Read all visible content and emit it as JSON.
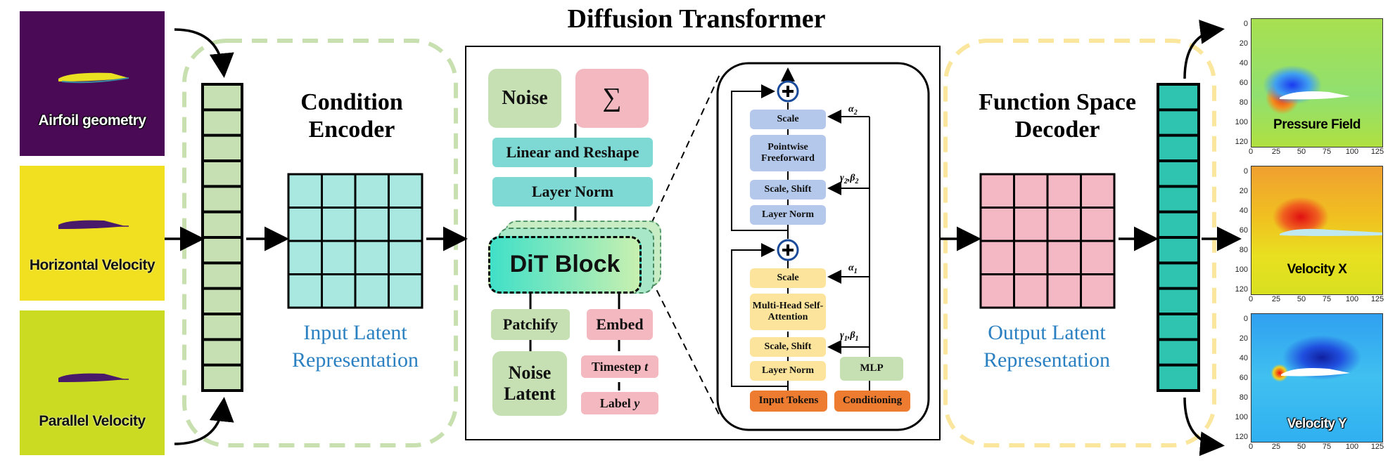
{
  "title": "Diffusion Transformer",
  "inputs": [
    {
      "label": "Airfoil geometry",
      "bg": "#4a0a55"
    },
    {
      "label": "Horizontal Velocity",
      "bg": "#f0e020"
    },
    {
      "label": "Parallel Velocity",
      "bg": "#cbdb22"
    }
  ],
  "encoder": {
    "title": "Condition Encoder",
    "latent_label": "Input Latent Representation"
  },
  "dit": {
    "noise": "Noise",
    "sigma": "∑",
    "linear_reshape": "Linear and Reshape",
    "layer_norm": "Layer Norm",
    "dit_block": "DiT Block",
    "patchify": "Patchify",
    "noise_latent": "Noise Latent",
    "embed": "Embed",
    "timestep": "Timestep",
    "timestep_var": "t",
    "label": "Label",
    "label_var": "y"
  },
  "block": {
    "scale_top": "Scale",
    "pointwise": "Pointwise Freeforward",
    "scale_shift_top": "Scale, Shift",
    "layer_norm_top": "Layer Norm",
    "scale_bottom": "Scale",
    "mhsa": "Multi-Head Self-Attention",
    "scale_shift_bottom": "Scale, Shift",
    "layer_norm_bottom": "Layer Norm",
    "mlp": "MLP",
    "input_tokens": "Input Tokens",
    "conditioning": "Conditioning",
    "alpha2": "α",
    "alpha2_sub": "2",
    "gamma2": "γ",
    "gamma2_sub": "2",
    "beta2": "β",
    "beta2_sub": "2",
    "alpha1": "α",
    "alpha1_sub": "1",
    "gamma1": "γ",
    "gamma1_sub": "1",
    "beta1": "β",
    "beta1_sub": "1"
  },
  "decoder": {
    "title": "Function Space Decoder",
    "latent_label": "Output Latent Representation"
  },
  "outputs": [
    {
      "label": "Pressure Field"
    },
    {
      "label": "Velocity X"
    },
    {
      "label": "Velocity Y"
    }
  ],
  "plot_ticks": {
    "y": [
      "0",
      "20",
      "40",
      "60",
      "80",
      "100",
      "120"
    ],
    "x": [
      "0",
      "25",
      "50",
      "75",
      "100",
      "125"
    ]
  },
  "colors": {
    "green_dash": "#c8e0b0",
    "yellow_dash": "#fae69c",
    "token_green": "#c6e0b4",
    "token_teal": "#2ec4b0",
    "grid_cyan": "#a8e8e0",
    "grid_pink": "#f4b8c4",
    "noise_green": "#c6e0b4",
    "sigma_pink": "#f4b8c0",
    "teal_box": "#7ed8d4",
    "block_blue": "#b4c8ec",
    "block_yellow": "#fce49c",
    "orange": "#ee7c30",
    "accent_blue": "#2a80c0"
  }
}
